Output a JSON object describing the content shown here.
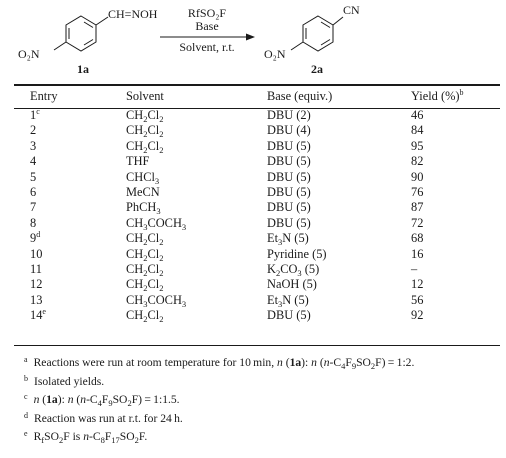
{
  "scheme": {
    "reactant_group": "CH=NOH",
    "reactant_nitro": "O₂N",
    "reactant_label": "1a",
    "reagent_top1": "RfSO₂F",
    "reagent_top2": "Base",
    "reagent_bottom": "Solvent, r.t.",
    "product_group": "CN",
    "product_nitro": "O₂N",
    "product_label": "2a"
  },
  "table": {
    "headers": {
      "entry": "Entry",
      "solvent": "Solvent",
      "base": "Base (equiv.)",
      "yield": "Yield (%)",
      "yield_mark": "b"
    },
    "rows": [
      {
        "entry": "1",
        "mark": "c",
        "solvent": [
          "CH",
          "2",
          "Cl",
          "2"
        ],
        "base": [
          "DBU (2)"
        ],
        "yield": "46"
      },
      {
        "entry": "2",
        "mark": "",
        "solvent": [
          "CH",
          "2",
          "Cl",
          "2"
        ],
        "base": [
          "DBU (4)"
        ],
        "yield": "84"
      },
      {
        "entry": "3",
        "mark": "",
        "solvent": [
          "CH",
          "2",
          "Cl",
          "2"
        ],
        "base": [
          "DBU (5)"
        ],
        "yield": "95"
      },
      {
        "entry": "4",
        "mark": "",
        "solvent": [
          "THF"
        ],
        "base": [
          "DBU (5)"
        ],
        "yield": "82"
      },
      {
        "entry": "5",
        "mark": "",
        "solvent": [
          "CHCl",
          "3"
        ],
        "base": [
          "DBU (5)"
        ],
        "yield": "90"
      },
      {
        "entry": "6",
        "mark": "",
        "solvent": [
          "MeCN"
        ],
        "base": [
          "DBU (5)"
        ],
        "yield": "76"
      },
      {
        "entry": "7",
        "mark": "",
        "solvent": [
          "PhCH",
          "3"
        ],
        "base": [
          "DBU (5)"
        ],
        "yield": "87"
      },
      {
        "entry": "8",
        "mark": "",
        "solvent": [
          "CH",
          "3",
          "COCH",
          "3"
        ],
        "base": [
          "DBU (5)"
        ],
        "yield": "72"
      },
      {
        "entry": "9",
        "mark": "d",
        "solvent": [
          "CH",
          "2",
          "Cl",
          "2"
        ],
        "base": [
          "Et",
          "3",
          "N (5)"
        ],
        "yield": "68"
      },
      {
        "entry": "10",
        "mark": "",
        "solvent": [
          "CH",
          "2",
          "Cl",
          "2"
        ],
        "base": [
          "Pyridine (5)"
        ],
        "yield": "16"
      },
      {
        "entry": "11",
        "mark": "",
        "solvent": [
          "CH",
          "2",
          "Cl",
          "2"
        ],
        "base": [
          "K",
          "2",
          "CO",
          "3",
          " (5)"
        ],
        "yield": "–"
      },
      {
        "entry": "12",
        "mark": "",
        "solvent": [
          "CH",
          "2",
          "Cl",
          "2"
        ],
        "base": [
          "NaOH (5)"
        ],
        "yield": "12"
      },
      {
        "entry": "13",
        "mark": "",
        "solvent": [
          "CH",
          "3",
          "COCH",
          "3"
        ],
        "base": [
          "Et",
          "3",
          "N (5)"
        ],
        "yield": "56"
      },
      {
        "entry": "14",
        "mark": "e",
        "solvent": [
          "CH",
          "2",
          "Cl",
          "2"
        ],
        "base": [
          "DBU (5)"
        ],
        "yield": "92"
      }
    ]
  },
  "footnotes": [
    {
      "mark": "a",
      "parts": [
        "Reactions were run at room temperature for 10 min, ",
        "n",
        " (",
        "1a",
        "): ",
        "n",
        " (",
        "n-",
        "C",
        "4",
        "F",
        "9",
        "SO",
        "2",
        "F) = 1:2."
      ]
    },
    {
      "mark": "b",
      "parts": [
        "Isolated yields."
      ]
    },
    {
      "mark": "c",
      "parts": [
        "n",
        " (",
        "1a",
        "): ",
        "n",
        " (",
        "n",
        "-C",
        "4",
        "F",
        "9",
        "SO",
        "2",
        "F) = 1:1.5."
      ]
    },
    {
      "mark": "d",
      "parts": [
        "Reaction was run at r.t. for 24 h."
      ]
    },
    {
      "mark": "e",
      "parts": [
        "R",
        "f",
        "SO",
        "2",
        "F is ",
        "n",
        "-C",
        "8",
        "F",
        "17",
        "SO",
        "2",
        "F."
      ]
    }
  ]
}
